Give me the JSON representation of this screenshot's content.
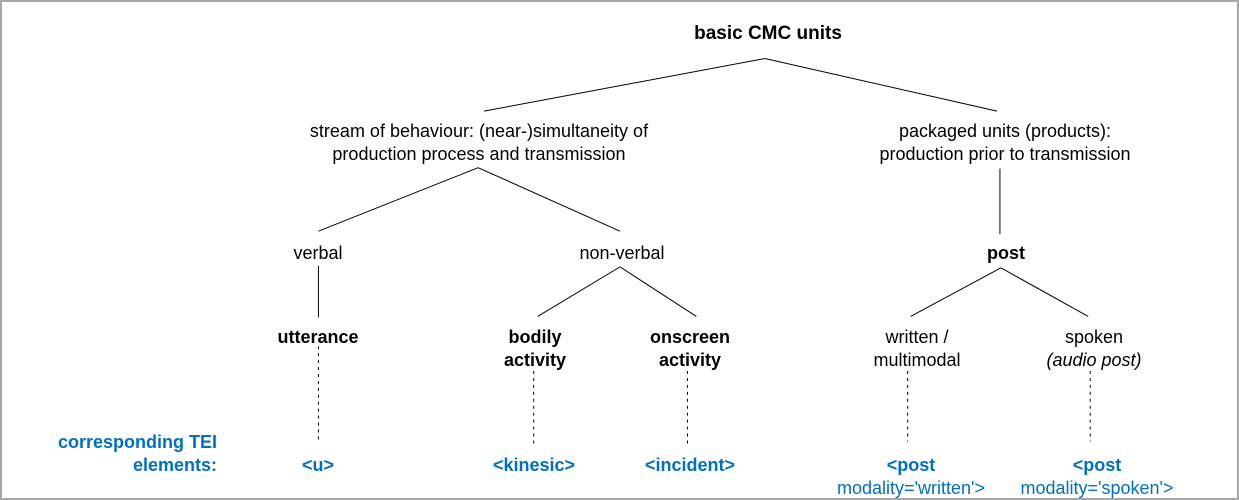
{
  "diagram": {
    "colors": {
      "accent_blue": "#0070C0",
      "line": "#000000",
      "border": "#a6a6a6"
    },
    "caption": {
      "line1": "corresponding TEI",
      "line2": "elements:"
    },
    "nodes": {
      "root": "basic CMC units",
      "stream_line1": "stream of behaviour: (near-)simultaneity of",
      "stream_line2": "production process and transmission",
      "packaged_line1": "packaged units (products):",
      "packaged_line2": "production prior to transmission",
      "verbal": "verbal",
      "nonverbal": "non-verbal",
      "post": "post",
      "utterance": "utterance",
      "bodily_line1": "bodily",
      "bodily_line2": "activity",
      "onscreen_line1": "onscreen",
      "onscreen_line2": "activity",
      "written_line1": "written /",
      "written_line2": "multimodal",
      "spoken_line1": "spoken",
      "spoken_line2": "(audio post)"
    },
    "tei_elements": {
      "u": "<u>",
      "kinesic": "<kinesic>",
      "incident": "<incident>",
      "post_written_line1": "<post",
      "post_written_line2": "modality='written'>",
      "post_spoken_line1": "<post",
      "post_spoken_line2": "modality='spoken'>"
    }
  }
}
